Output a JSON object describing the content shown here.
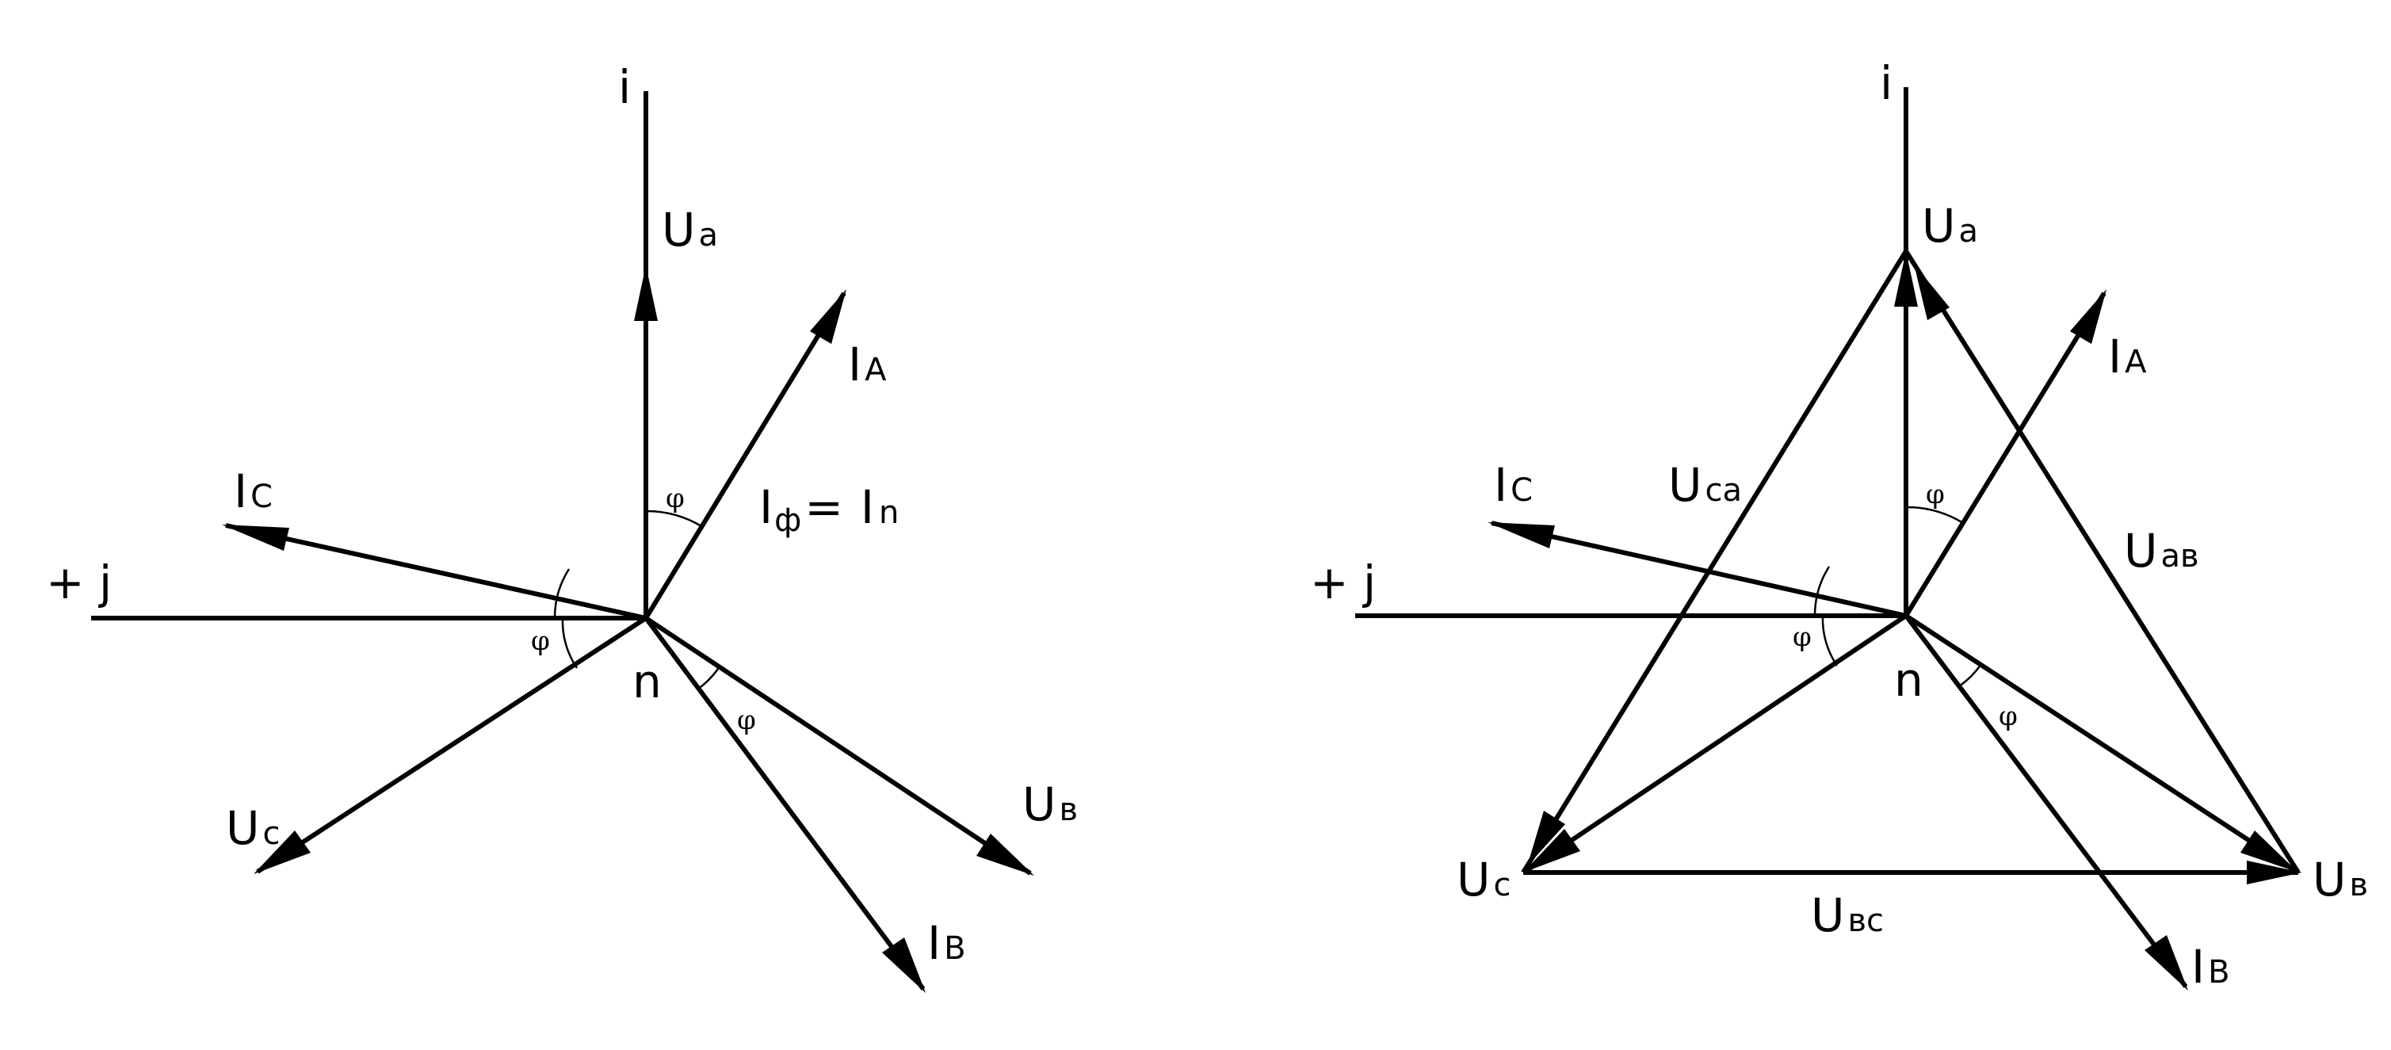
{
  "left_diagram": {
    "axis_vertical": "i",
    "axis_horizontal": "+ j",
    "neutral": "n",
    "phase_angle": "φ",
    "voltages": {
      "a": {
        "main": "U",
        "sub": "a"
      },
      "b": {
        "main": "U",
        "sub": "в"
      },
      "c": {
        "main": "U",
        "sub": "c"
      }
    },
    "currents": {
      "a": {
        "main": "I",
        "sub": "A"
      },
      "b": {
        "main": "I",
        "sub": "B"
      },
      "c": {
        "main": "I",
        "sub": "C"
      }
    },
    "equation": {
      "lhs": "I",
      "lhs_sub": "ф",
      "eq": "=",
      "rhs": "I",
      "rhs_sub": "n"
    }
  },
  "right_diagram": {
    "axis_vertical": "i",
    "axis_horizontal": "+ j",
    "neutral": "n",
    "phase_angle": "φ",
    "voltages": {
      "a": {
        "main": "U",
        "sub": "a"
      },
      "b": {
        "main": "U",
        "sub": "в"
      },
      "c": {
        "main": "U",
        "sub": "c"
      }
    },
    "currents": {
      "a": {
        "main": "I",
        "sub": "A"
      },
      "b": {
        "main": "I",
        "sub": "B"
      },
      "c": {
        "main": "I",
        "sub": "C"
      }
    },
    "line_voltages": {
      "ab": {
        "main": "U",
        "sub": "aв"
      },
      "bc": {
        "main": "U",
        "sub": "вc"
      },
      "ca": {
        "main": "U",
        "sub": "ca"
      }
    }
  }
}
